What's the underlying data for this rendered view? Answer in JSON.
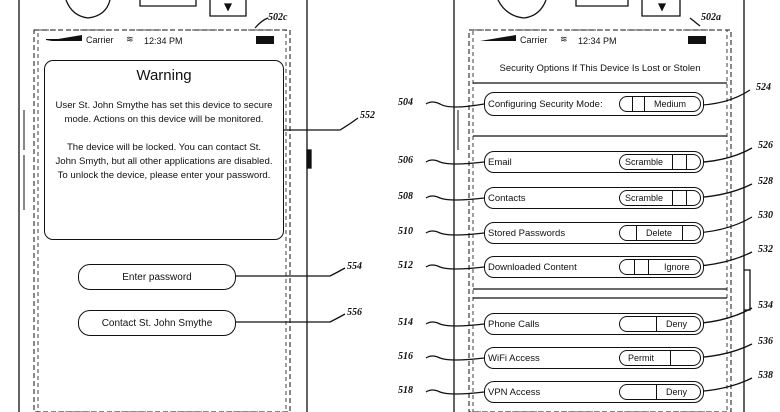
{
  "status_bar": {
    "carrier": "Carrier",
    "time": "12:34 PM"
  },
  "left_screen": {
    "ref_screen": "502c",
    "title": "Warning",
    "message_lines": [
      "User St. John Smythe has set this device to secure",
      "mode.  Actions on this device will be monitored.",
      "",
      "The device will be locked.  You can contact St.",
      "John Smyth, but all other applications are disabled.",
      "To unlock the device, please enter your password."
    ],
    "ref_message": "552",
    "enter_password_label": "Enter password",
    "ref_enter_password": "554",
    "contact_label": "Contact St. John Smythe",
    "ref_contact": "556"
  },
  "right_screen": {
    "ref_screen": "502a",
    "header": "Security Options If This Device Is Lost or Stolen",
    "mode": {
      "ref": "504",
      "label": "Configuring Security Mode:",
      "value": "Medium",
      "ref_right": "524"
    },
    "options": [
      {
        "ref": "506",
        "label": "Email",
        "value": "Scramble",
        "ref_right": "526"
      },
      {
        "ref": "508",
        "label": "Contacts",
        "value": "Scramble",
        "ref_right": "528"
      },
      {
        "ref": "510",
        "label": "Stored Passwords",
        "value": "Delete",
        "ref_right": "530"
      },
      {
        "ref": "512",
        "label": "Downloaded Content",
        "value": "Ignore",
        "ref_right": "532"
      }
    ],
    "options2": [
      {
        "ref": "514",
        "label": "Phone Calls",
        "value": "Deny",
        "ref_right": "534"
      },
      {
        "ref": "516",
        "label": "WiFi Access",
        "value": "Permit",
        "ref_right": "536"
      },
      {
        "ref": "518",
        "label": "VPN Access",
        "value": "Deny",
        "ref_right": "538"
      }
    ]
  }
}
